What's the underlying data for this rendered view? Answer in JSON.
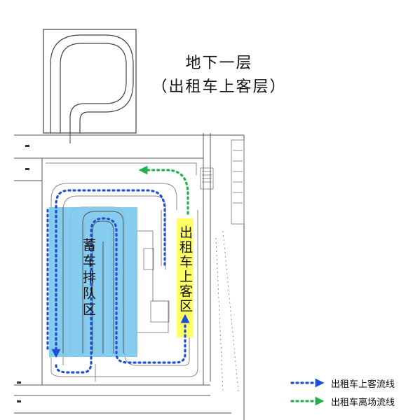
{
  "title": {
    "line1": "地下一层",
    "line2": "（出租车上客层）"
  },
  "zones": {
    "queue_area": {
      "label": "蓄车排队区",
      "fill_color": "#7cc8ee"
    },
    "pickup_area": {
      "label": "出租车上客区",
      "fill_color": "#ffff66"
    }
  },
  "legend": {
    "items": [
      {
        "label": "出租车上客流线",
        "color": "#1f4ed8",
        "icon": "dotted-arrow-icon"
      },
      {
        "label": "出租车离场流线",
        "color": "#22b14c",
        "icon": "dotted-arrow-icon"
      }
    ]
  },
  "colors": {
    "pickup_flow": "#1f4ed8",
    "exit_flow": "#22b14c",
    "linework": "#8a8a8a"
  }
}
